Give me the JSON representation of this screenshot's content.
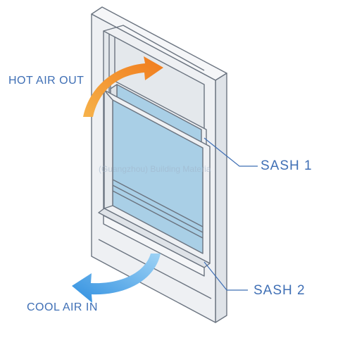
{
  "labels": {
    "hot_air": "HOT AIR OUT",
    "cool_air": "COOL AIR IN",
    "sash1": "SASH 1",
    "sash2": "SASH 2"
  },
  "watermark": "(Guangzhou) Building Materia",
  "colors": {
    "frame_fill": "#eef0f3",
    "frame_stroke": "#6b7480",
    "glass": "#a9cfe6",
    "label": "#3f6fb5",
    "hot_arrow": "#f07a1c",
    "cool_arrow": "#2f8fe0"
  },
  "icons": [
    "hot-air-arrow-icon",
    "cool-air-arrow-icon"
  ]
}
